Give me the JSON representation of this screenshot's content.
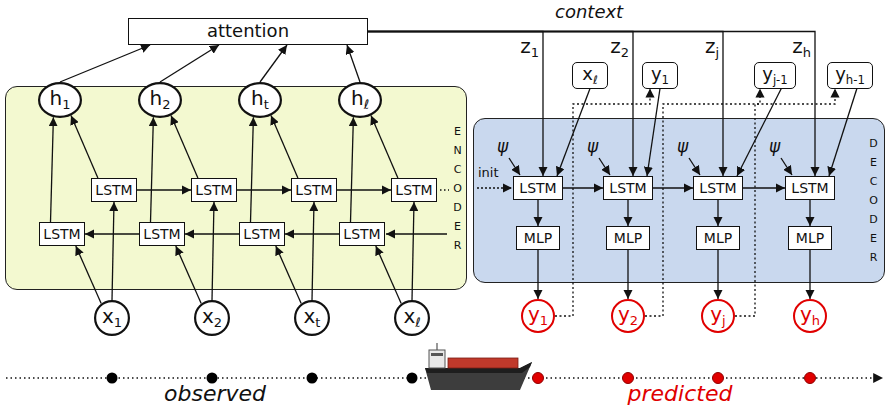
{
  "diagram": {
    "nodes": [
      {
        "text": [
          "attention"
        ]
      },
      {
        "text": [
          "ENCODER"
        ]
      },
      {
        "text": [
          "h1"
        ]
      },
      {
        "text": [
          "h2"
        ]
      },
      {
        "text": [
          "ht"
        ]
      },
      {
        "text": [
          "hℓ"
        ]
      },
      {
        "text": [
          "LSTM"
        ],
        "in": 1
      },
      {
        "text": [
          "LSTM"
        ],
        "in": 1
      },
      {
        "text": [
          "LSTM"
        ],
        "in": 1
      },
      {
        "text": [
          "LSTM"
        ],
        "in": 1
      },
      {
        "text": [
          "LSTM"
        ],
        "in": 1
      },
      {
        "text": [
          "LSTM"
        ],
        "in": 1
      },
      {
        "text": [
          "LSTM"
        ],
        "in": 1
      },
      {
        "text": [
          "LSTM"
        ],
        "in": 1
      },
      {
        "text": [
          "x1"
        ]
      },
      {
        "text": [
          "x2"
        ]
      },
      {
        "text": [
          "xt"
        ]
      },
      {
        "text": [
          "xℓ"
        ]
      },
      {
        "text": [
          "DECODER"
        ]
      },
      {
        "text": [
          "xℓ"
        ]
      },
      {
        "text": [
          "y1"
        ]
      },
      {
        "text": [
          "yj-1"
        ]
      },
      {
        "text": [
          "yh-1"
        ]
      },
      {
        "text": [
          "LSTM"
        ],
        "in": 18
      },
      {
        "text": [
          "LSTM"
        ],
        "in": 18
      },
      {
        "text": [
          "LSTM"
        ],
        "in": 18
      },
      {
        "text": [
          "LSTM"
        ],
        "in": 18
      },
      {
        "text": [
          "MLP"
        ],
        "in": 18
      },
      {
        "text": [
          "MLP"
        ],
        "in": 18
      },
      {
        "text": [
          "MLP"
        ],
        "in": 18
      },
      {
        "text": [
          "MLP"
        ],
        "in": 18
      },
      {
        "text": [
          "y1"
        ]
      },
      {
        "text": [
          "y2"
        ]
      },
      {
        "text": [
          "yj"
        ]
      },
      {
        "text": [
          "yh"
        ]
      }
    ],
    "edges": [
      {
        "from": 2,
        "to": 0,
        "arrow": "to"
      },
      {
        "from": 3,
        "to": 0,
        "arrow": "to"
      },
      {
        "from": 4,
        "to": 0,
        "arrow": "to"
      },
      {
        "from": 5,
        "to": 0,
        "arrow": "to"
      },
      {
        "from": 6,
        "to": 7,
        "arrow": "to"
      },
      {
        "from": 7,
        "to": 8,
        "arrow": "to"
      },
      {
        "from": 8,
        "to": 9,
        "arrow": "to"
      },
      {
        "from": 13,
        "to": 12,
        "arrow": "to"
      },
      {
        "from": 12,
        "to": 11,
        "arrow": "to"
      },
      {
        "from": 11,
        "to": 10,
        "arrow": "to"
      },
      {
        "from": 6,
        "to": 2,
        "arrow": "to"
      },
      {
        "from": 7,
        "to": 3,
        "arrow": "to"
      },
      {
        "from": 8,
        "to": 4,
        "arrow": "to"
      },
      {
        "from": 9,
        "to": 5,
        "arrow": "to"
      },
      {
        "from": 10,
        "to": 2,
        "arrow": "to"
      },
      {
        "from": 11,
        "to": 3,
        "arrow": "to"
      },
      {
        "from": 12,
        "to": 4,
        "arrow": "to"
      },
      {
        "from": 13,
        "to": 5,
        "arrow": "to"
      },
      {
        "from": 14,
        "to": 6,
        "arrow": "to"
      },
      {
        "from": 15,
        "to": 7,
        "arrow": "to"
      },
      {
        "from": 16,
        "to": 8,
        "arrow": "to"
      },
      {
        "from": 17,
        "to": 9,
        "arrow": "to"
      },
      {
        "from": 14,
        "to": 10,
        "arrow": "to"
      },
      {
        "from": 15,
        "to": 11,
        "arrow": "to"
      },
      {
        "from": 16,
        "to": 12,
        "arrow": "to"
      },
      {
        "from": 17,
        "to": 13,
        "arrow": "to"
      },
      {
        "from": 0,
        "to": 23,
        "label": "z1",
        "arrow": "to"
      },
      {
        "from": 0,
        "to": 24,
        "label": "z2",
        "arrow": "to"
      },
      {
        "from": 0,
        "to": 25,
        "label": "zj",
        "arrow": "to"
      },
      {
        "from": 0,
        "to": 26,
        "label": "zh",
        "arrow": "to"
      },
      {
        "from": 19,
        "to": 23,
        "arrow": "to"
      },
      {
        "from": 20,
        "to": 24,
        "arrow": "to"
      },
      {
        "from": 21,
        "to": 25,
        "arrow": "to"
      },
      {
        "from": 22,
        "to": 26,
        "arrow": "to"
      },
      {
        "from": 23,
        "to": 24,
        "arrow": "to"
      },
      {
        "from": 24,
        "to": 25,
        "arrow": "to"
      },
      {
        "from": 25,
        "to": 26,
        "arrow": "to"
      },
      {
        "from": 23,
        "to": 27,
        "arrow": "to"
      },
      {
        "from": 24,
        "to": 28,
        "arrow": "to"
      },
      {
        "from": 25,
        "to": 29,
        "arrow": "to"
      },
      {
        "from": 26,
        "to": 30,
        "arrow": "to"
      },
      {
        "from": 27,
        "to": 31,
        "arrow": "to"
      },
      {
        "from": 28,
        "to": 32,
        "arrow": "to"
      },
      {
        "from": 29,
        "to": 33,
        "arrow": "to"
      },
      {
        "from": 30,
        "to": 34,
        "arrow": "to"
      },
      {
        "from": 31,
        "to": 20,
        "arrow": "to"
      },
      {
        "from": 32,
        "to": 21,
        "arrow": "to"
      },
      {
        "from": 33,
        "to": 22,
        "arrow": "to"
      }
    ],
    "labels": [
      "context",
      "ψ",
      "ψ",
      "ψ",
      "ψ",
      "init",
      "observed",
      "predicted"
    ]
  }
}
